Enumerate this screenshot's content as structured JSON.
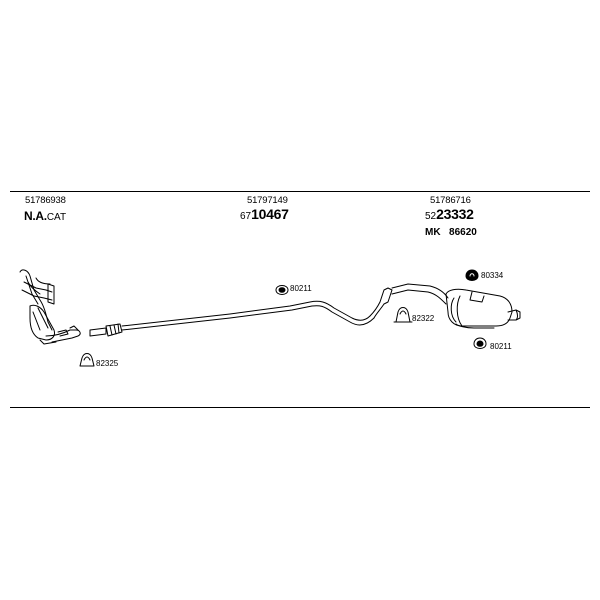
{
  "group1": {
    "part_number": "51786938",
    "prefix": "N.A.",
    "suffix": "CAT"
  },
  "group2": {
    "part_number": "51797149",
    "prefix": "67",
    "main": "10467"
  },
  "group3": {
    "part_number": "51786716",
    "prefix": "52",
    "main": "23332",
    "mk_prefix": "MK",
    "mk_number": "86620"
  },
  "labels": {
    "hanger_front": "80211",
    "hanger_rear": "80211",
    "hanger_muffler_top": "80334",
    "clamp_front": "82325",
    "clamp_middle": "82322"
  },
  "colors": {
    "line": "#000000",
    "background": "#ffffff"
  }
}
